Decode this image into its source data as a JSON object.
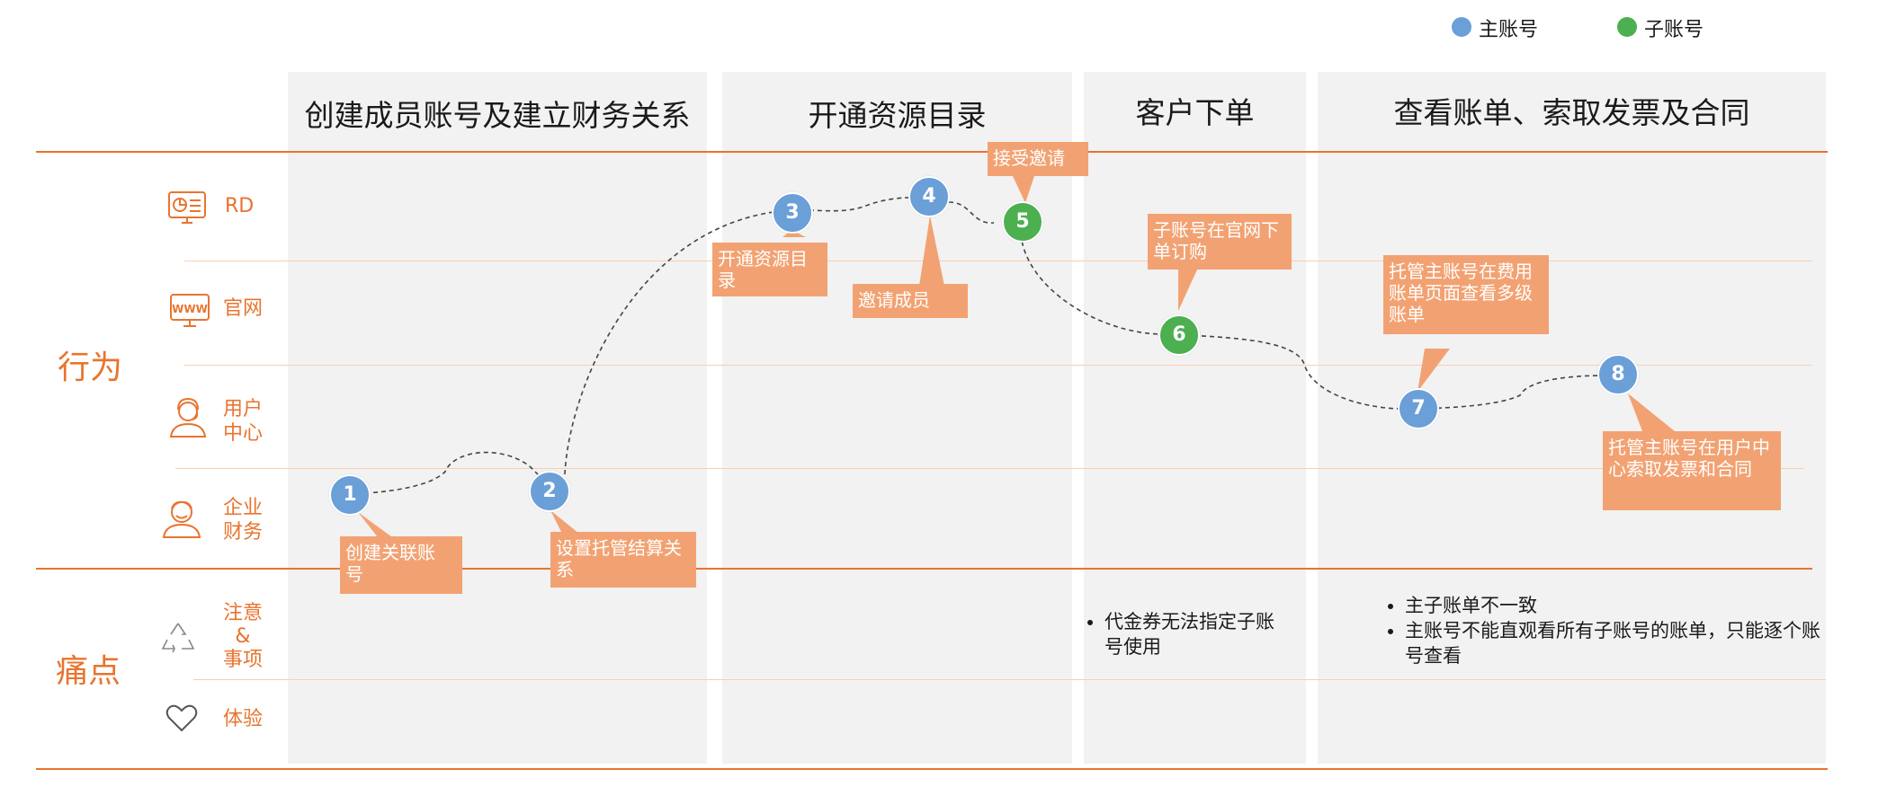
{
  "legend": {
    "main_label": "主账号",
    "sub_label": "子账号",
    "main_color": "#6a9fd8",
    "sub_color": "#4caf50"
  },
  "stages": [
    "创建成员账号及建立财务关系",
    "开通资源目录",
    "客户下单",
    "查看账单、索取发票及合同"
  ],
  "sections": {
    "behavior": "行为",
    "pain": "痛点"
  },
  "roles": {
    "rd": "RD",
    "website": "官网",
    "user_center_1": "用户",
    "user_center_2": "中心",
    "finance_1": "企业",
    "finance_2": "财务",
    "notice_1": "注意",
    "notice_2": "&",
    "notice_3": "事项",
    "experience": "体验"
  },
  "steps": [
    {
      "num": "1",
      "type": "main",
      "label": "创建关联账号"
    },
    {
      "num": "2",
      "type": "main",
      "label": "设置托管结算关系"
    },
    {
      "num": "3",
      "type": "main",
      "label": "开通资源目录"
    },
    {
      "num": "4",
      "type": "main",
      "label": "邀请成员"
    },
    {
      "num": "5",
      "type": "sub",
      "label": "接受邀请"
    },
    {
      "num": "6",
      "type": "sub",
      "label": "子账号在官网下单订购"
    },
    {
      "num": "7",
      "type": "main",
      "label": "托管主账号在费用账单页面查看多级账单"
    },
    {
      "num": "8",
      "type": "main",
      "label": "托管主账号在用户中心索取发票和合同"
    }
  ],
  "pain_points": {
    "order": [
      "代金券无法指定子账号使用"
    ],
    "bill": [
      "主子账单不一致",
      "主账号不能直观看所有子账号的账单，只能逐个账号查看"
    ]
  },
  "colors": {
    "accent": "#e8742f",
    "callout": "#f2a272",
    "column_bg": "#f2f2f2"
  }
}
